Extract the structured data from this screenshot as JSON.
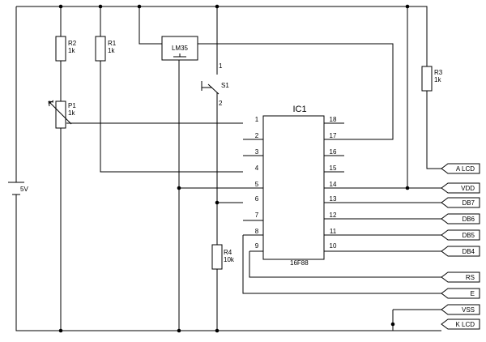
{
  "components": {
    "r2": {
      "name": "R2",
      "value": "1k"
    },
    "r1": {
      "name": "R1",
      "value": "1k"
    },
    "r3": {
      "name": "R3",
      "value": "1k"
    },
    "r4": {
      "name": "R4",
      "value": "10k"
    },
    "p1": {
      "name": "P1",
      "value": "1k"
    },
    "lm35": {
      "name": "LM35"
    },
    "s1": {
      "name": "S1",
      "pin1": "1",
      "pin2": "2"
    },
    "battery": {
      "value": "5V"
    },
    "ic1": {
      "name": "IC1",
      "part": "16F88",
      "left_pins": [
        "1",
        "2",
        "3",
        "4",
        "5",
        "6",
        "7",
        "8",
        "9"
      ],
      "right_pins": [
        "18",
        "17",
        "16",
        "15",
        "14",
        "13",
        "12",
        "11",
        "10"
      ]
    }
  },
  "connectors": [
    "A LCD",
    "VDD",
    "DB7",
    "DB6",
    "DB5",
    "DB4",
    "RS",
    "E",
    "VSS",
    "K LCD"
  ]
}
